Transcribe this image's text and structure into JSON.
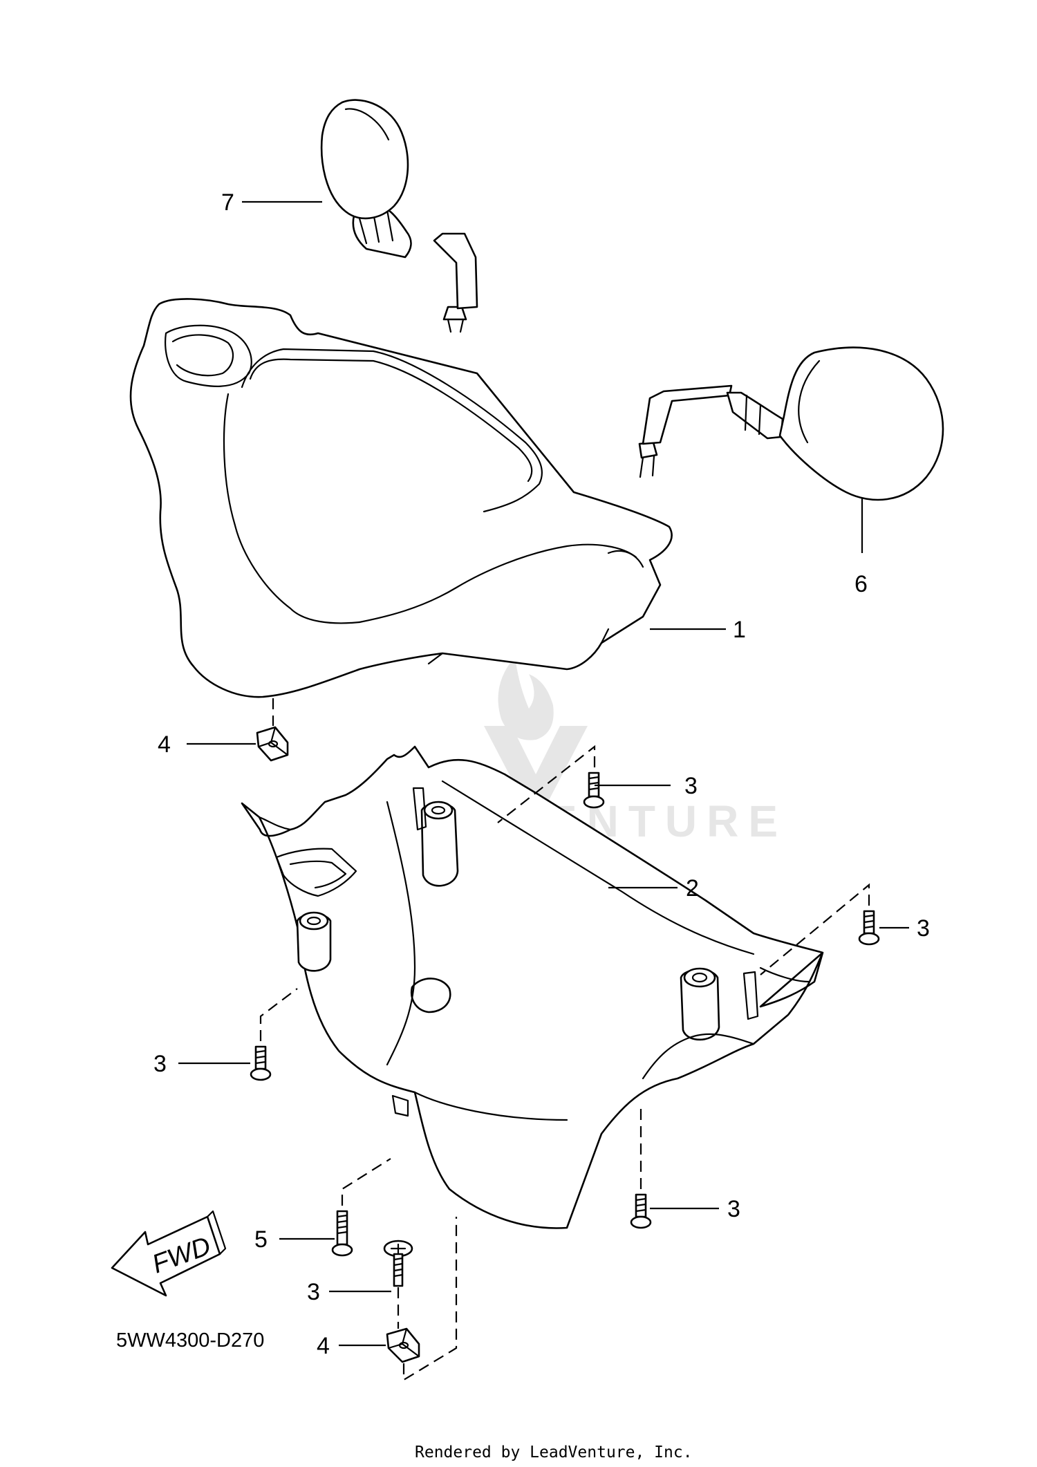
{
  "diagram": {
    "callouts": {
      "part1": "1",
      "part2": "2",
      "part3": "3",
      "part4": "4",
      "part5": "5",
      "part6": "6",
      "part7": "7"
    },
    "fwd_label": "FWD",
    "diagram_code": "5WW4300-D270",
    "footer": "Rendered by LeadVenture, Inc.",
    "watermark": "LEADVENTURE",
    "colors": {
      "line": "#000000",
      "background": "#ffffff",
      "watermark": "#e6e6e6"
    }
  }
}
